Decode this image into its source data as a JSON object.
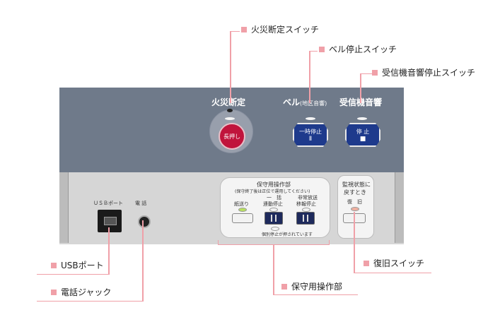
{
  "callouts": {
    "fire_cut_switch": "火災断定スイッチ",
    "bell_stop_switch": "ベル停止スイッチ",
    "receiver_sound_stop_switch": "受信機音響停止スイッチ",
    "usb_port": "USBポート",
    "phone_jack": "電話ジャック",
    "maintenance_panel": "保守用操作部",
    "restore_switch": "復旧スイッチ"
  },
  "panel": {
    "fire_cut_label": "火災断定",
    "fire_cut_button": "長押し",
    "bell_label": "ベル",
    "bell_label_small": "(地区音響)",
    "bell_button": "一時停止",
    "bell_button_symbol": "Ⅱ",
    "receiver_label": "受信機音響",
    "receiver_button": "停 止",
    "receiver_button_symbol": "■",
    "usb_label": "ＵＳＢポート",
    "phone_label": "電 話"
  },
  "maintenance": {
    "title": "保守用操作部",
    "note": "(保守終了後は正位で運用してください)",
    "col1_label": "紙送り",
    "col2_label_top": "一　括",
    "col2_label": "連動停止",
    "col3_label_top": "非常放送",
    "col3_label": "移報停止",
    "footer": "個別停止が押されています"
  },
  "restore": {
    "title_line1": "監視状態に",
    "title_line2": "戻すとき",
    "button_label": "復　旧"
  },
  "colors": {
    "panel": "#6f7a8a",
    "accent_pink": "#f0a0a8",
    "button_blue": "#1e3a8c",
    "button_red": "#c0143c"
  }
}
